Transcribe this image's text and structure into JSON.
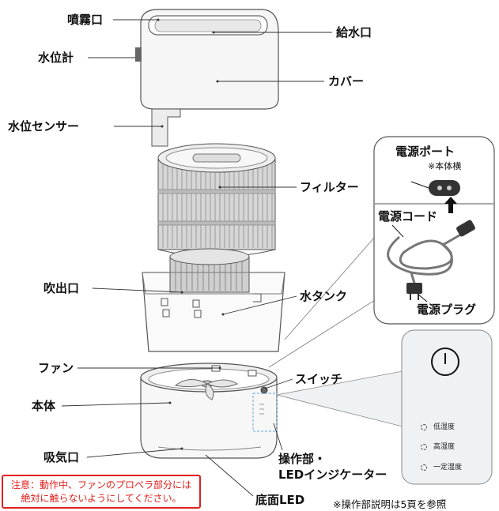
{
  "labels": {
    "spray_outlet": "噴霧口",
    "water_inlet": "給水口",
    "water_gauge": "水位計",
    "cover": "カバー",
    "water_sensor": "水位センサー",
    "filter": "フィルター",
    "power_port": "電源ポート",
    "power_port_note": "※本体横",
    "power_cord": "電源コード",
    "power_plug": "電源プラグ",
    "air_outlet": "吹出口",
    "water_tank": "水タンク",
    "fan": "ファン",
    "switch": "スイッチ",
    "body": "本体",
    "air_intake": "吸気口",
    "control_panel_line1": "操作部・",
    "control_panel_line2": "LEDインジケーター",
    "bottom_led": "底面LED"
  },
  "indicators": [
    "低湿度",
    "高湿度",
    "一定湿度"
  ],
  "warning": {
    "line1": "注意：動作中、ファンのプロペラ部分には",
    "line2": "絶対に触らないようにしてください。"
  },
  "reference_note": "※操作部説明は5頁を参照",
  "colors": {
    "warning": "#e0201c",
    "light_blue": "#7fb6d8",
    "panel_bg": "#eef2f5"
  }
}
